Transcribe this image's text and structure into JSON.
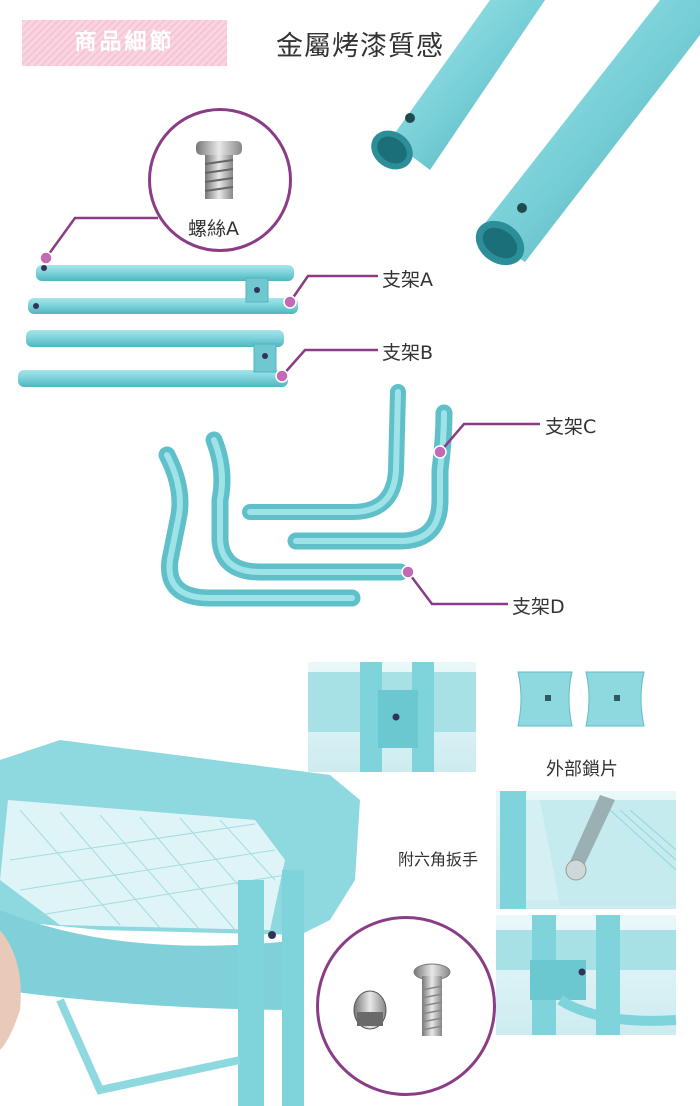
{
  "header": {
    "badge": "商品細節",
    "title": "金屬烤漆質感"
  },
  "labels": {
    "screw_a": "螺絲A",
    "bracket_a": "支架A",
    "bracket_b": "支架B",
    "bracket_c": "支架C",
    "bracket_d": "支架D",
    "outer_lock": "外部鎖片",
    "hex_wrench": "附六角扳手"
  },
  "colors": {
    "accent": "#8b3c86",
    "tube": "#7fd4db",
    "tube_dark": "#4fb5bf",
    "badge": "#f6c4d6"
  }
}
